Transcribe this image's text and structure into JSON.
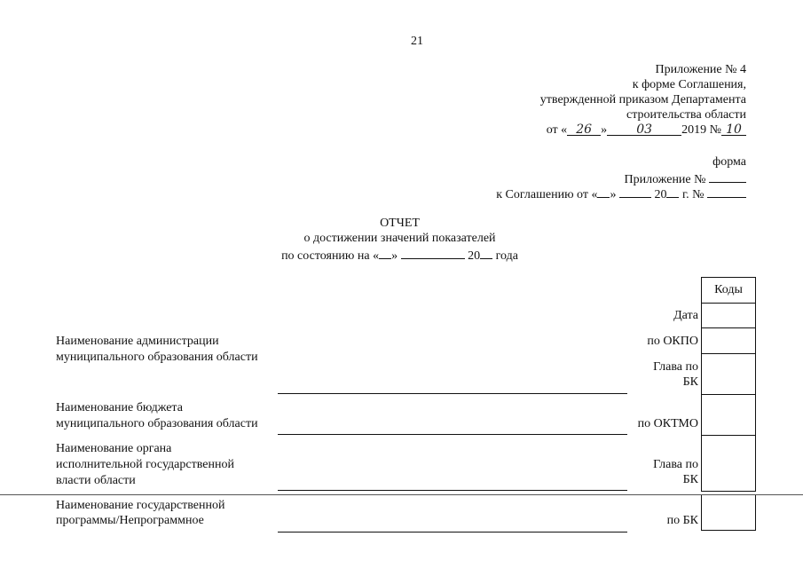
{
  "page_number": "21",
  "appendix_header": {
    "line1": "Приложение № 4",
    "line2": "к форме Соглашения,",
    "line3": "утвержденной приказом Департамента",
    "line4": "строительства области",
    "date_prefix": "от «",
    "date_day": "26",
    "date_mid": "»",
    "date_month": "03",
    "date_year": "2019 №",
    "date_number": "10"
  },
  "form_block": {
    "form_label": "форма",
    "appendix_no": "Приложение №",
    "agreement_line_a": "к Соглашению от «",
    "agreement_line_b": "»",
    "agreement_line_c": "20",
    "agreement_line_d": "г. №"
  },
  "title": {
    "line1": "ОТЧЕТ",
    "line2": "о достижении значений показателей",
    "line3_a": "по состоянию на «",
    "line3_b": "»",
    "line3_c": "20",
    "line3_d": "года"
  },
  "codes_header": "Коды",
  "right_labels": {
    "date": "Дата",
    "okpo": "по ОКПО",
    "glava_bk_1a": "Глава по",
    "glava_bk_1b": "БК",
    "oktmo": "по ОКТМО",
    "glava_bk_2a": "Глава по",
    "glava_bk_2b": "БК",
    "po_bk": "по БК"
  },
  "left_labels": {
    "admin_1": "Наименование администрации",
    "admin_2": "муниципального образования области",
    "budget_1": "Наименование бюджета",
    "budget_2": "муниципального образования области",
    "organ_1": "Наименование органа",
    "organ_2": "исполнительной государственной",
    "organ_3": "власти области",
    "program_1": "Наименование государственной",
    "program_2": "программы/Непрограммное"
  }
}
